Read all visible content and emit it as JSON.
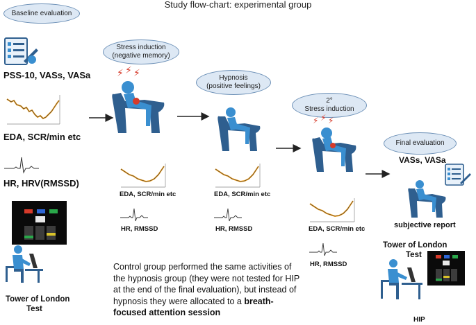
{
  "title": "Study flow-chart: experimental group",
  "stages": {
    "baseline": "Baseline evaluation",
    "stress1_line1": "Stress induction",
    "stress1_line2": "(negative memory)",
    "hypnosis_line1": "Hypnosis",
    "hypnosis_line2": "(positive feelings)",
    "stress2_line1": "2°",
    "stress2_line2": "Stress induction",
    "final": "Final evaluation"
  },
  "measures": {
    "pss": "PSS-10, VASs, VASa",
    "eda_main": "EDA, SCR/min etc",
    "hr_main": "HR, HRV(RMSSD)",
    "tol_1": "Tower of London",
    "tol_2": "Test",
    "eda_s1": "EDA, SCR/min etc",
    "hr_s1": "HR, RMSSD",
    "eda_h": "EDA, SCR/min etc",
    "hr_h": "HR, RMSSD",
    "eda_s2": "EDA, SCR/min etc",
    "hr_s2": "HR, RMSSD",
    "vas_final": "VASs, VASa",
    "subjective": "subjective report",
    "tol_final_1": "Tower of London",
    "tol_final_2": "Test",
    "hip": "HIP"
  },
  "note": {
    "text": "Control group performed the same activities of the hypnosis group (they were not tested for HIP at the end of the final evaluation), but instead of hypnosis they were allocated to a ",
    "bold": "breath-focused attention session"
  },
  "colors": {
    "oval_fill": "#dde8f4",
    "oval_border": "#6b8fb6",
    "figure": "#3a8fd0",
    "chair": "#2f5f8f",
    "signal": "#f0a020"
  }
}
